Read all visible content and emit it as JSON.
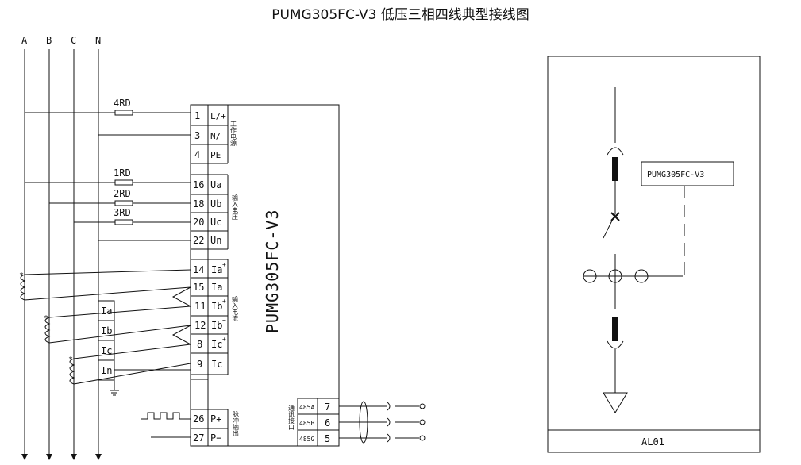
{
  "title": "PUMG305FC-V3 低压三相四线典型接线图",
  "phases": [
    "A",
    "B",
    "C",
    "N"
  ],
  "fuses": [
    "4RD",
    "1RD",
    "2RD",
    "3RD"
  ],
  "device_label": "PUMG305FC-V3",
  "terminals": {
    "power": [
      {
        "num": "1",
        "sig": "L/+"
      },
      {
        "num": "3",
        "sig": "N/−"
      },
      {
        "num": "4",
        "sig": "PE"
      }
    ],
    "voltage": [
      {
        "num": "16",
        "sig": "Ua"
      },
      {
        "num": "18",
        "sig": "Ub"
      },
      {
        "num": "20",
        "sig": "Uc"
      },
      {
        "num": "22",
        "sig": "Un"
      }
    ],
    "current": [
      {
        "num": "14",
        "sig": "Ia",
        "sup": "+"
      },
      {
        "num": "15",
        "sig": "Ia",
        "sup": "−"
      },
      {
        "num": "11",
        "sig": "Ib",
        "sup": "+"
      },
      {
        "num": "12",
        "sig": "Ib",
        "sup": "−"
      },
      {
        "num": "8",
        "sig": "Ic",
        "sup": "+"
      },
      {
        "num": "9",
        "sig": "Ic",
        "sup": "−"
      }
    ],
    "pulse": [
      {
        "num": "26",
        "sig": "P+"
      },
      {
        "num": "27",
        "sig": "P−"
      }
    ],
    "comm": [
      {
        "num": "7",
        "sig": "485A"
      },
      {
        "num": "6",
        "sig": "485B"
      },
      {
        "num": "5",
        "sig": "485G"
      }
    ]
  },
  "group_labels": {
    "power": "工作电源",
    "voltage": "输入电压",
    "current": "输入电流",
    "pulse": "脉冲输出",
    "comm": "通讯接口"
  },
  "ct_labels": [
    "Ia",
    "Ib",
    "Ic",
    "In"
  ],
  "ct_mark": "*",
  "panel": {
    "device_box": "PUMG305FC-V3",
    "footer": "AL01"
  }
}
